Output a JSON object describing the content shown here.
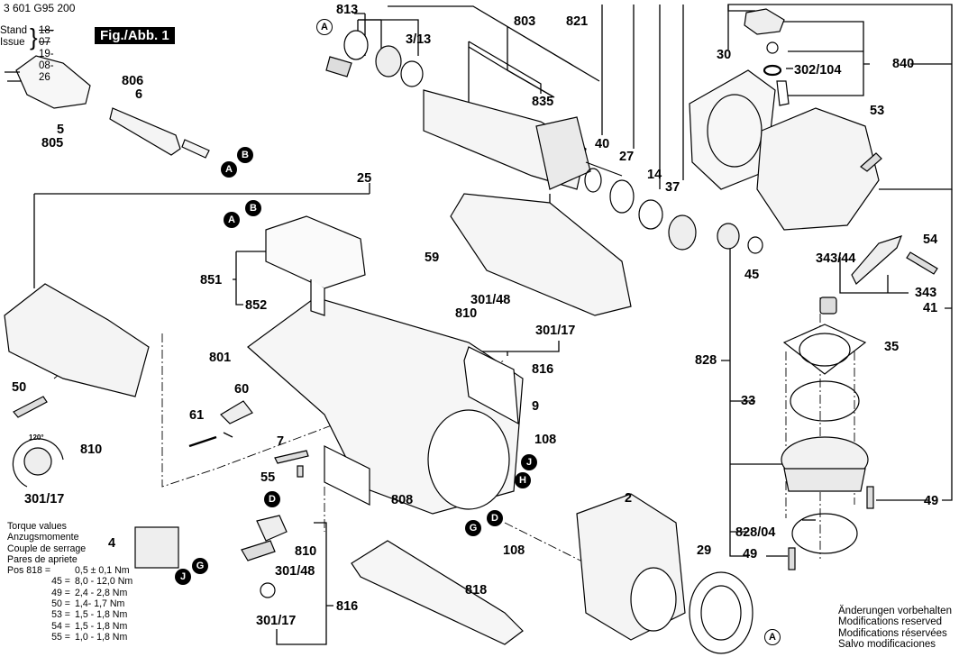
{
  "header": {
    "document_number": "3 601 G95 200",
    "stand_label": "Stand",
    "issue_label": "Issue",
    "stand_date_old": "18-07",
    "issue_date": "19-08-26",
    "figure_title": "Fig./Abb. 1"
  },
  "part_labels": {
    "p813": "813",
    "p803": "803",
    "p821": "821",
    "p3_13": "3/13",
    "p835": "835",
    "p806": "806",
    "p6": "6",
    "p5": "5",
    "p805": "805",
    "p30": "30",
    "p302_104": "302/104",
    "p840": "840",
    "p53": "53",
    "p40": "40",
    "p27": "27",
    "p14": "14",
    "p37": "37",
    "p25": "25",
    "p851": "851",
    "p852": "852",
    "p59": "59",
    "p301_48_top": "301/48",
    "p810_top": "810",
    "p301_17_top": "301/17",
    "p816_top": "816",
    "p45": "45",
    "p343_44": "343/44",
    "p54": "54",
    "p343": "343",
    "p41": "41",
    "p35": "35",
    "p828": "828",
    "p33": "33",
    "p801": "801",
    "p50": "50",
    "p60": "60",
    "p61": "61",
    "p7": "7",
    "p55": "55",
    "p9": "9",
    "p810_left": "810",
    "p301_17_left": "301/17",
    "p108_top": "108",
    "p808": "808",
    "p2": "2",
    "p108_bottom": "108",
    "p4": "4",
    "p810_bottom": "810",
    "p301_48_bottom": "301/48",
    "p816_bottom": "816",
    "p301_17_bottom": "301/17",
    "p818": "818",
    "p29": "29",
    "p49_right": "49",
    "p828_04": "828/04",
    "p49_bottom": "49",
    "angle_120": "120°"
  },
  "connection_markers": {
    "A_top": "A",
    "A_cord": "A",
    "B_cord": "B",
    "A_housing": "A",
    "B_housing": "B",
    "J_stator": "J",
    "H_stator": "H",
    "G_stator": "G",
    "D_stator": "D",
    "D_switch": "D",
    "G_switch": "G",
    "J_switch": "J",
    "A_bottom": "A"
  },
  "torque_table": {
    "titles": [
      "Torque values",
      "Anzugsmomente",
      "Couple de serrage",
      "Pares de apriete"
    ],
    "rows": [
      {
        "pos": "Pos 818 =",
        "value": "0,5 ± 0,1 Nm"
      },
      {
        "pos": "45 =",
        "value": "8,0 - 12,0 Nm"
      },
      {
        "pos": "49 =",
        "value": "2,4 - 2,8 Nm"
      },
      {
        "pos": "50 =",
        "value": "1,4- 1,7 Nm"
      },
      {
        "pos": "53 =",
        "value": "1,5 - 1,8 Nm"
      },
      {
        "pos": "54 =",
        "value": "1,5 - 1,8 Nm"
      },
      {
        "pos": "55 =",
        "value": "1,0 - 1,8 Nm"
      }
    ]
  },
  "notes": [
    "Änderungen vorbehalten",
    "Modifications reserved",
    "Modifications réservées",
    "Salvo modificaciones"
  ]
}
